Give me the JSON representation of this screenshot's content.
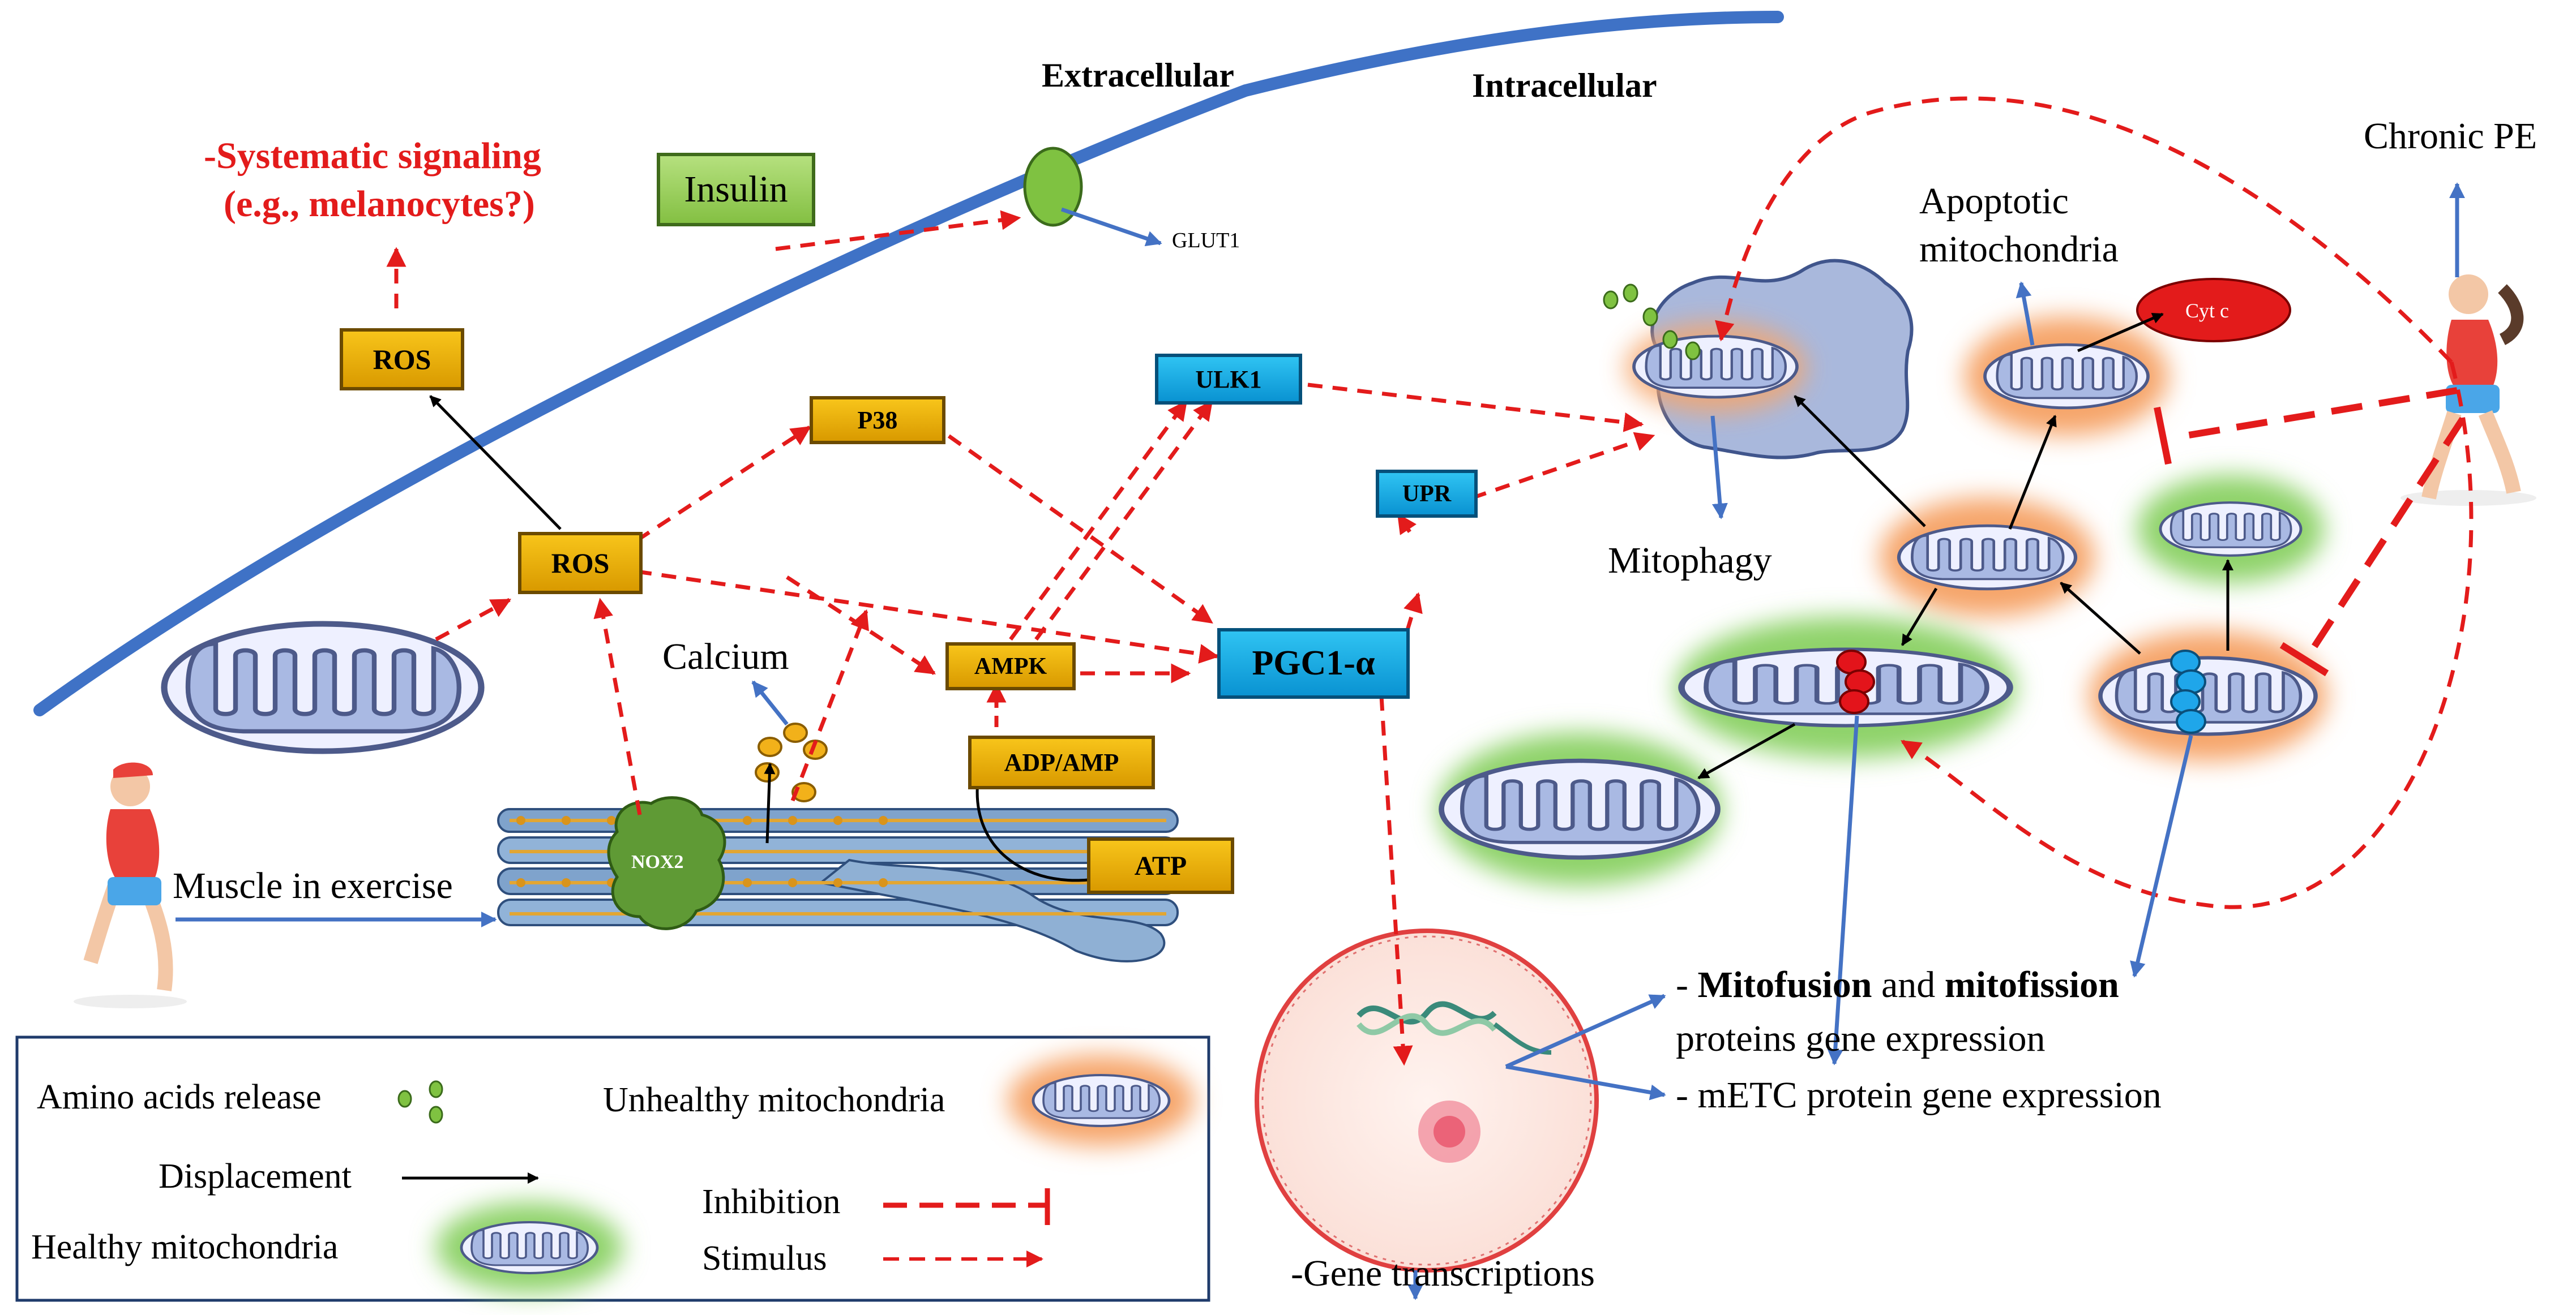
{
  "regions": {
    "extracellular": "Extracellular",
    "intracellular": "Intracellular"
  },
  "nodes": {
    "ros_top": "ROS",
    "ros_main": "ROS",
    "insulin": "Insulin",
    "p38": "P38",
    "ulk1": "ULK1",
    "upr": "UPR",
    "ampk": "AMPK",
    "adp_amp": "ADP/AMP",
    "atp": "ATP",
    "pgc1a": "PGC1-α",
    "nox2": "NOX2",
    "cyt_c": "Cyt c"
  },
  "labels": {
    "systematic_line1": "-Systematic signaling",
    "systematic_line2": "(e.g., melanocytes?)",
    "glut1": "GLUT1",
    "calcium": "Calcium",
    "muscle": "Muscle in exercise",
    "mitophagy": "Mitophagy",
    "apoptotic_line1": "Apoptotic",
    "apoptotic_line2": "mitochondria",
    "chronic_pe": "Chronic PE",
    "mitofusion_prefix": "- ",
    "mitofusion_bold1": "Mitofusion",
    "mitofusion_and": " and ",
    "mitofusion_bold2": "mitofission",
    "mitofusion_line2": "proteins gene expression",
    "metc": "- mETC protein gene expression",
    "gene_transcriptions": "-Gene transcriptions"
  },
  "legend": {
    "amino_acids": "Amino acids release",
    "displacement": "Displacement",
    "healthy": "Healthy mitochondria",
    "unhealthy": "Unhealthy mitochondria",
    "inhibition": "Inhibition",
    "stimulus": "Stimulus"
  },
  "colors": {
    "membrane": "#3f72c6",
    "stimulus": "#e31b1b",
    "displacement": "#000000",
    "flow": "#4472c4",
    "gold_node": "#f0b400",
    "cyan_node": "#19a9e6",
    "green_node": "#92d050",
    "systematic_text": "#e31b1b",
    "unhealthy_glow": "#f6a56a",
    "healthy_glow": "#8fd36b"
  }
}
